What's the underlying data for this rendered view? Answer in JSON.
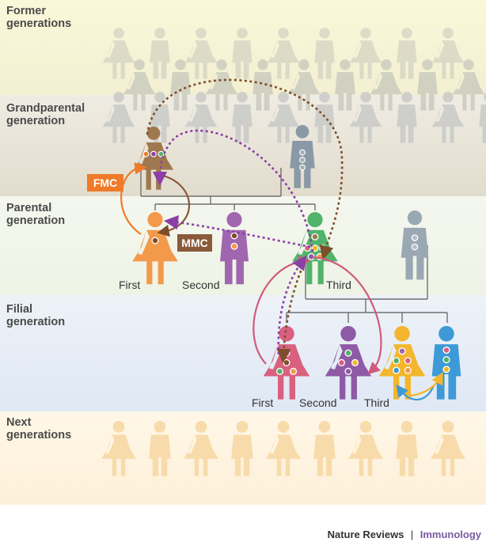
{
  "bands": [
    {
      "id": "former",
      "line1": "Former",
      "line2": "generations"
    },
    {
      "id": "grandparental",
      "line1": "Grandparental",
      "line2": "generation"
    },
    {
      "id": "parental",
      "line1": "Parental",
      "line2": "generation"
    },
    {
      "id": "filial",
      "line1": "Filial",
      "line2": "generation"
    },
    {
      "id": "next",
      "line1": "Next",
      "line2": "generations"
    }
  ],
  "tags": {
    "fmc": "FMC",
    "mmc": "MMC"
  },
  "parental_order": {
    "first": "First",
    "second": "Second",
    "third": "Third"
  },
  "filial_order": {
    "first": "First",
    "second": "Second",
    "third": "Third"
  },
  "footer": {
    "publisher": "Nature Reviews",
    "separator": "|",
    "journal": "Immunology"
  },
  "colors": {
    "grandmother": "#a07850",
    "grandfather": "#8a99a6",
    "first_daughter": "#f39a4a",
    "second_son": "#a066b0",
    "third_daughter": "#52b36b",
    "partner": "#9aa8b3",
    "filial_first": "#d9607f",
    "filial_second": "#8e5aa6",
    "filial_third": "#f3b62c",
    "filial_fourth": "#3d9ad6",
    "fmc_tag": "#ee7a2a",
    "mmc_tag": "#8a5a3a",
    "arrow_brown": "#7d4e2a",
    "arrow_purple": "#8c3fa6",
    "arrow_pink": "#d05a7c"
  }
}
